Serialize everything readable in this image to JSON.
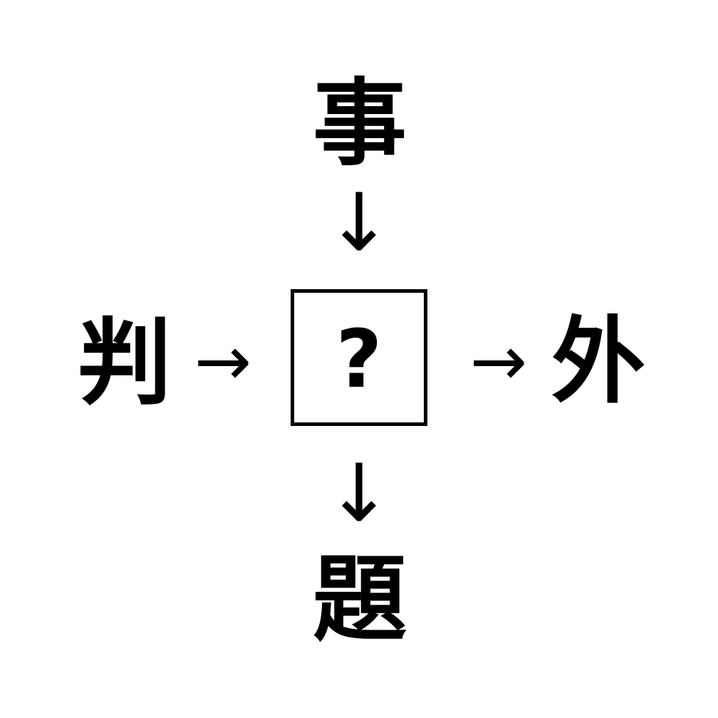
{
  "puzzle": {
    "type": "kanji-association-grid",
    "background_color": "#ffffff",
    "foreground_color": "#000000",
    "center": {
      "value": "?",
      "border_color": "#000000"
    },
    "prompts": {
      "top": "事",
      "left": "判",
      "right": "外",
      "bottom": "題"
    },
    "arrows": {
      "top": "↓",
      "left": "→",
      "right": "→",
      "bottom": "↓"
    },
    "arrow_names": {
      "top": "arrow-down-icon",
      "left": "arrow-right-icon",
      "right": "arrow-right-icon",
      "bottom": "arrow-down-icon"
    }
  }
}
